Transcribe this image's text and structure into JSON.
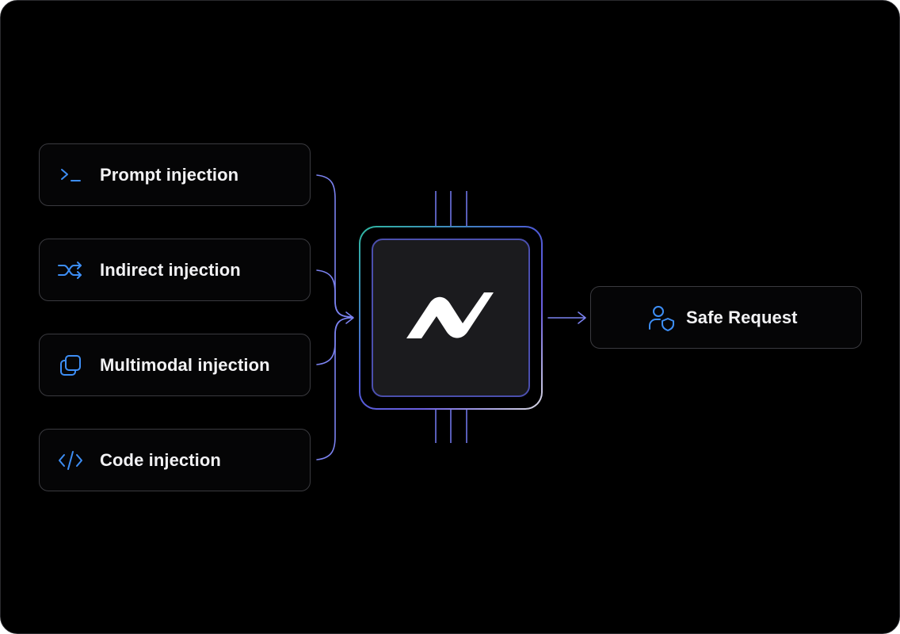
{
  "diagram": {
    "inputs": [
      {
        "label": "Prompt injection",
        "icon": "terminal-prompt-icon"
      },
      {
        "label": "Indirect injection",
        "icon": "shuffle-arrows-icon"
      },
      {
        "label": "Multimodal injection",
        "icon": "stacked-layers-icon"
      },
      {
        "label": "Code injection",
        "icon": "code-brackets-icon"
      }
    ],
    "processor": {
      "icon": "brand-logo-icon"
    },
    "output": {
      "label": "Safe Request",
      "icon": "user-shield-icon"
    }
  },
  "colors": {
    "background": "#000000",
    "card_border": "#3a3a3f",
    "card_text": "#f2f2f4",
    "icon_accent": "#3d8ef5",
    "connector": "#7b82f0",
    "chip_inner": "#1b1b1e",
    "chip_inner_border": "#4b4fae",
    "logo": "#ffffff"
  }
}
